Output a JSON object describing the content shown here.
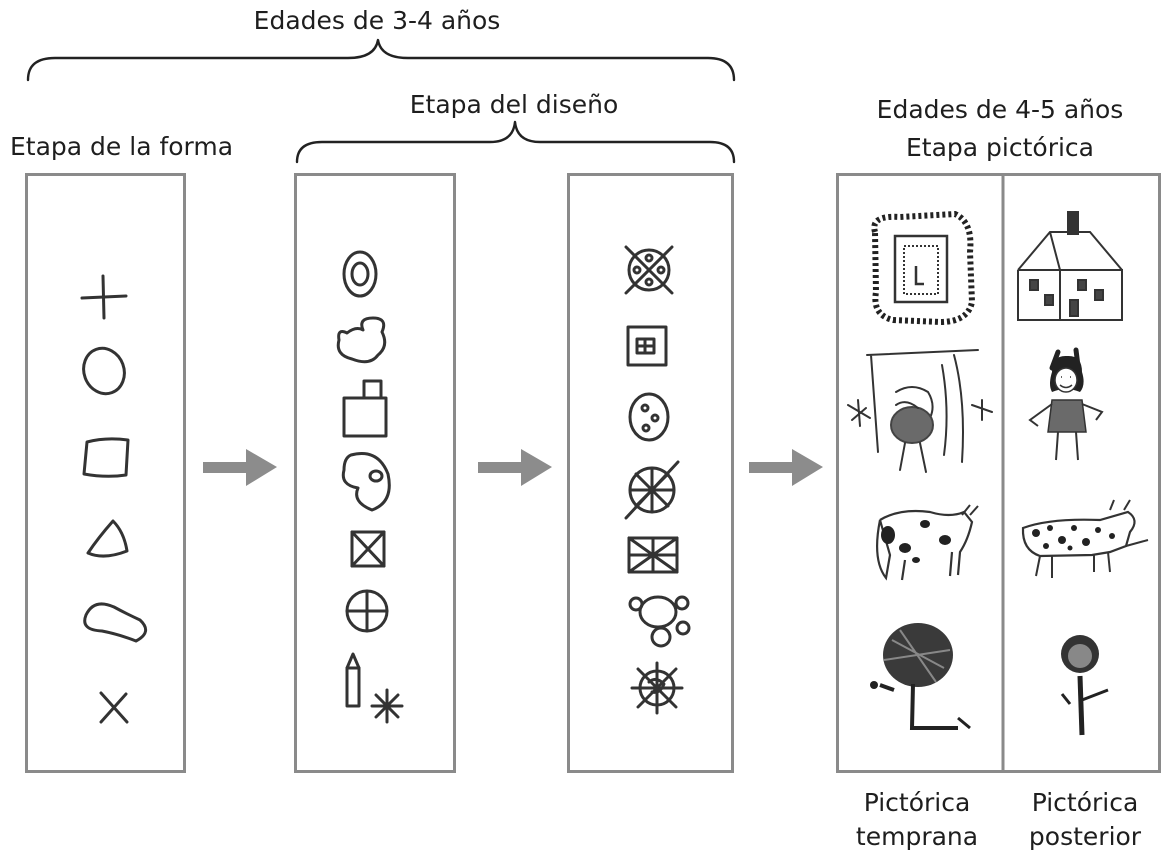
{
  "labels": {
    "ages_3_4": "Edades de 3-4 años",
    "design_stage": "Etapa del diseño",
    "shape_stage": "Etapa de la forma",
    "ages_4_5": "Edades de 4-5 años",
    "pictorial_stage": "Etapa pictórica",
    "early_pictorial_line1": "Pictórica",
    "early_pictorial_line2": "temprana",
    "later_pictorial_line1": "Pictórica",
    "later_pictorial_line2": "posterior"
  },
  "panels": {
    "shape_stage": [
      "cross",
      "circle",
      "square",
      "triangle",
      "blob",
      "x-mark"
    ],
    "design_stage_a": [
      "concentric-ovals",
      "double-blob",
      "box-with-tab",
      "blob-in-blob",
      "crossed-square",
      "crossed-circle",
      "crayon-and-sunburst"
    ],
    "design_stage_b": [
      "crossed-circle-with-dots",
      "square-with-window",
      "oval-with-dots",
      "spoked-wheel",
      "union-jack",
      "turtle-shape",
      "scribble-sun"
    ],
    "early_pictorial": [
      "building-scribble",
      "figure-scribble",
      "cow-scribble",
      "tree-scribble"
    ],
    "later_pictorial": [
      "house",
      "girl",
      "cow",
      "flower"
    ]
  },
  "colors": {
    "frame": "#8a8a8a",
    "arrow": "#8c8c8c",
    "ink": "#333333"
  }
}
